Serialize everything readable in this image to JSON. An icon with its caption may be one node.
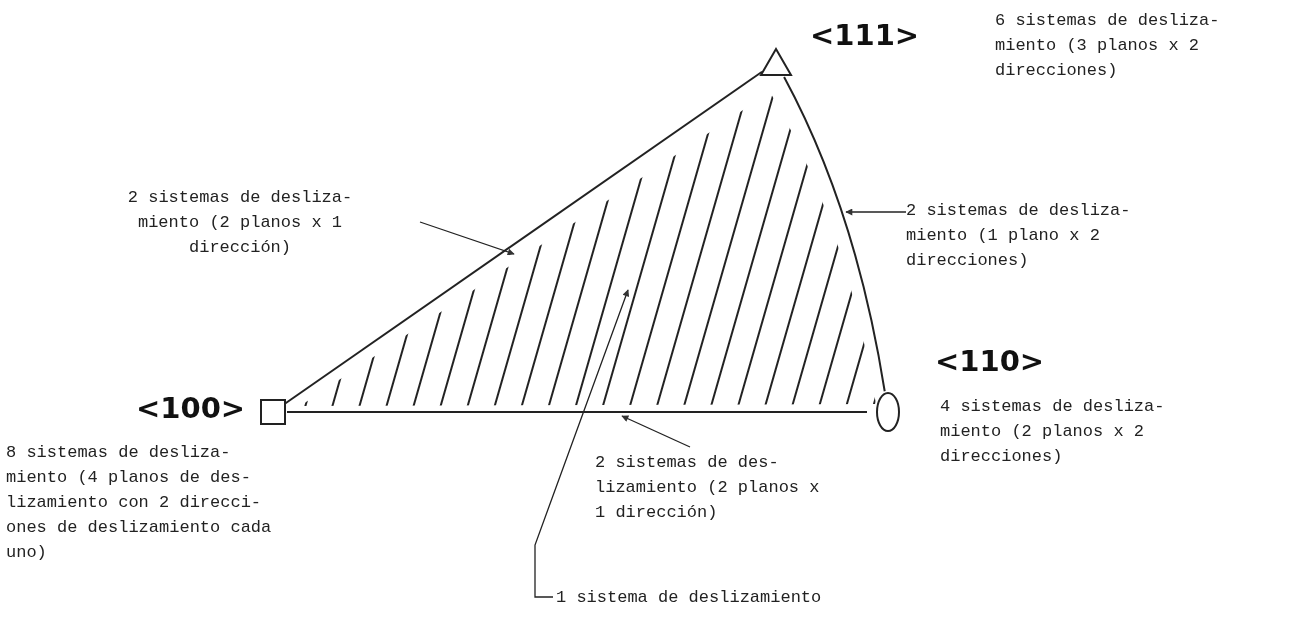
{
  "diagram": {
    "nodes": [
      {
        "text": [
          "<111>"
        ]
      },
      {
        "text": [
          "2 sistemas de desliza- miento (2 planos x 1 dirección)"
        ]
      },
      {
        "text": [
          "2 sistemas de desliza- miento (1 plano x 2 direcciones)"
        ]
      },
      {
        "text": [
          "<110>"
        ],
        "beside": [
          "4 sistemas de desliza- miento (2 planos x 2 direcciones)"
        ]
      },
      {
        "text": [
          "<100>"
        ],
        "beside": [
          "8 sistemas de desliza- miento (4 planos de des- lizamiento con 2 direcci- ones de deslizamiento cada uno)"
        ]
      },
      {
        "text": [],
        "shape": "triangle"
      },
      {
        "text": [
          "2 sistemas de des- lizamiento (2 planos x 1 dirección)"
        ]
      },
      {
        "text": [
          "1 sistema de deslizamiento"
        ]
      }
    ],
    "edges": [
      {
        "from": 4,
        "to": 0,
        "arrow": "none"
      },
      {
        "from": 0,
        "to": 3,
        "arrow": "none"
      },
      {
        "from": 4,
        "to": 3,
        "arrow": "none"
      },
      {
        "from": 1,
        "to": 5,
        "arrow": "to"
      },
      {
        "from": 2,
        "to": 5,
        "arrow": "to"
      },
      {
        "from": 6,
        "to": 5,
        "arrow": "to"
      },
      {
        "from": 7,
        "to": 5,
        "arrow": "to"
      }
    ],
    "labels": [
      "6 sistemas de desliza- miento (3 planos x 2 direcciones)"
    ]
  }
}
